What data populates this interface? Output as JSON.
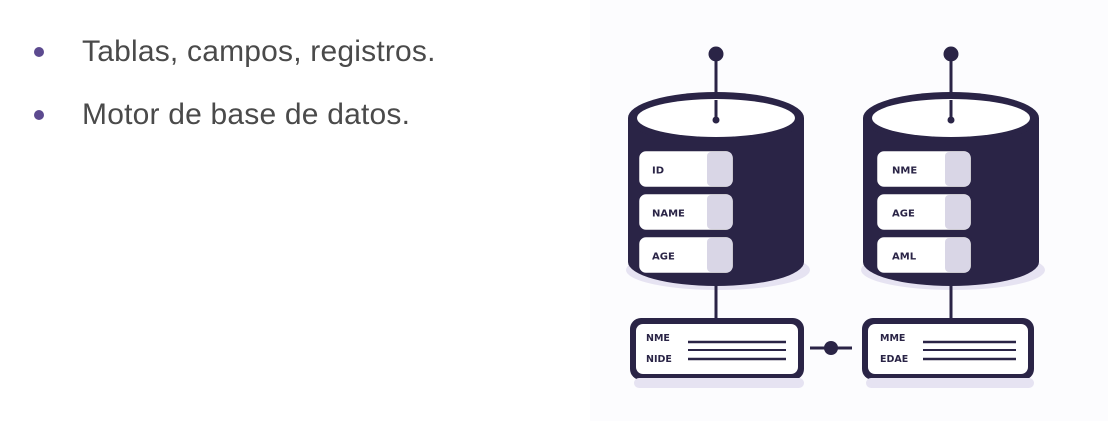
{
  "bullets": [
    {
      "text": "Tablas, campos, registros."
    },
    {
      "text": "Motor de base de datos."
    }
  ],
  "diagram": {
    "left_db": {
      "fields": [
        "ID",
        "NAME",
        "AGE"
      ],
      "record": [
        "NME",
        "NIDE"
      ]
    },
    "right_db": {
      "fields": [
        "NME",
        "AGE",
        "AML"
      ],
      "record": [
        "MME",
        "EDAE"
      ]
    },
    "colors": {
      "dark": "#2a2446",
      "light": "#ffffff",
      "accent": "#5c4a8f",
      "shadow": "#e3e0f0",
      "field_tab": "#d9d6e6"
    }
  }
}
